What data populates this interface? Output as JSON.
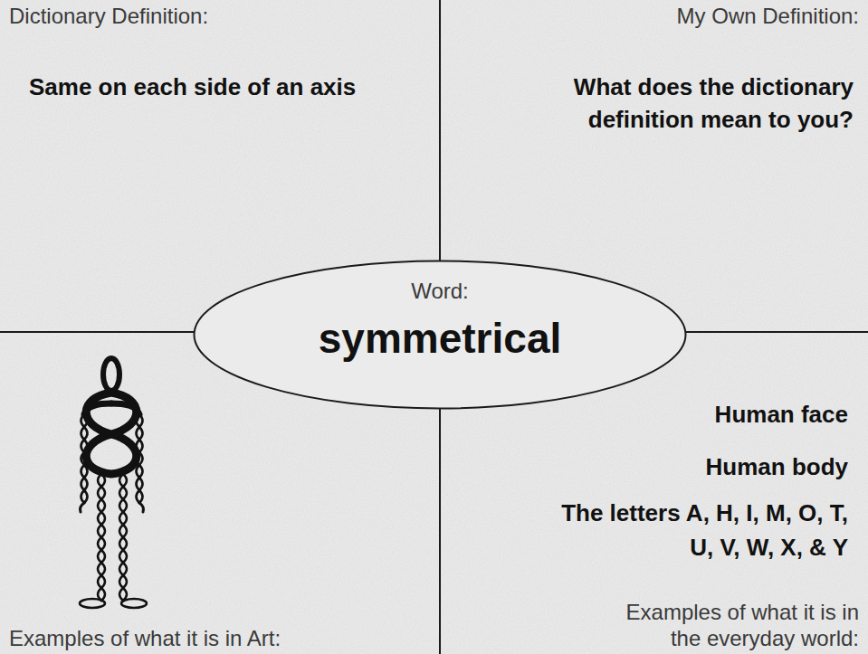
{
  "diagram": {
    "nodes": [
      {
        "text": [
          "Dictionary Definition:",
          "Same on each side of an axis"
        ]
      },
      {
        "text": [
          "My Own Definition:",
          "What does the dictionary definition mean to you?"
        ]
      },
      {
        "text": [
          "Word:",
          "symmetrical"
        ]
      },
      {
        "text": [
          "Examples of what it is in Art:"
        ]
      },
      {
        "text": [
          "Human face",
          "Human body",
          "The letters A, H, I, M, O, T, U, V, W, X, & Y",
          "Examples of what it is in the everyday world:"
        ]
      }
    ]
  }
}
